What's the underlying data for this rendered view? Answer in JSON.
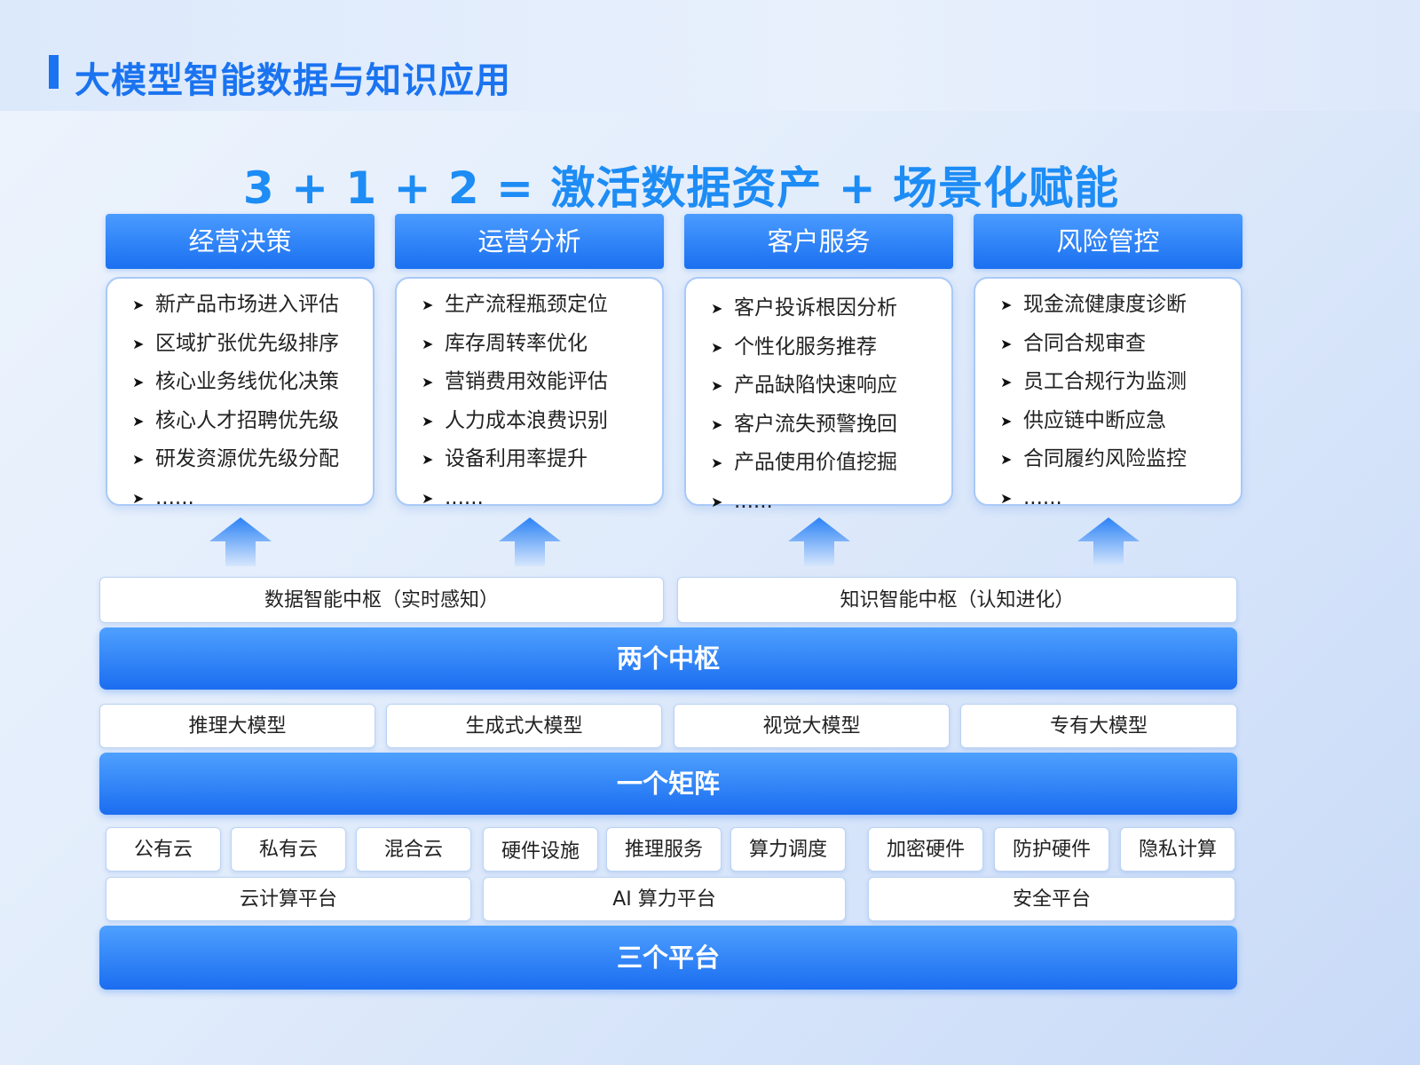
{
  "page": {
    "title": "大模型智能数据与知识应用",
    "headline": "3 + 1 + 2 = 激活数据资产 + 场景化赋能"
  },
  "colors": {
    "primary": "#1a73f0",
    "headline": "#1d8cf5",
    "card_border": "#a9c9f7"
  },
  "icons": {
    "bullet": "arrowhead-bullet-icon",
    "up_arrow": "up-arrow-icon"
  },
  "scenarios": [
    {
      "title": "经营决策",
      "items": [
        "新产品市场进入评估",
        "区域扩张优先级排序",
        "核心业务线优化决策",
        "核心人才招聘优先级",
        "研发资源优先级分配",
        "......"
      ]
    },
    {
      "title": "运营分析",
      "items": [
        "生产流程瓶颈定位",
        "库存周转率优化",
        "营销费用效能评估",
        "人力成本浪费识别",
        "设备利用率提升",
        "......"
      ]
    },
    {
      "title": "客户服务",
      "items": [
        "客户投诉根因分析",
        "个性化服务推荐",
        "产品缺陷快速响应",
        "客户流失预警挽回",
        "产品使用价值挖掘",
        "......"
      ]
    },
    {
      "title": "风险管控",
      "items": [
        "现金流健康度诊断",
        "合同合规审查",
        "员工合规行为监测",
        "供应链中断应急",
        "合同履约风险监控",
        "......"
      ]
    }
  ],
  "hubs": {
    "items": [
      "数据智能中枢（实时感知）",
      "知识智能中枢（认知进化）"
    ],
    "band": "两个中枢"
  },
  "matrix": {
    "items": [
      "推理大模型",
      "生成式大模型",
      "视觉大模型",
      "专有大模型"
    ],
    "band": "一个矩阵"
  },
  "platforms": {
    "groups": [
      {
        "components": [
          "公有云",
          "私有云",
          "混合云"
        ],
        "name": "云计算平台"
      },
      {
        "components": [
          "硬件设施",
          "推理服务",
          "算力调度"
        ],
        "name": "AI 算力平台"
      },
      {
        "components": [
          "加密硬件",
          "防护硬件",
          "隐私计算"
        ],
        "name": "安全平台"
      }
    ],
    "band": "三个平台"
  }
}
